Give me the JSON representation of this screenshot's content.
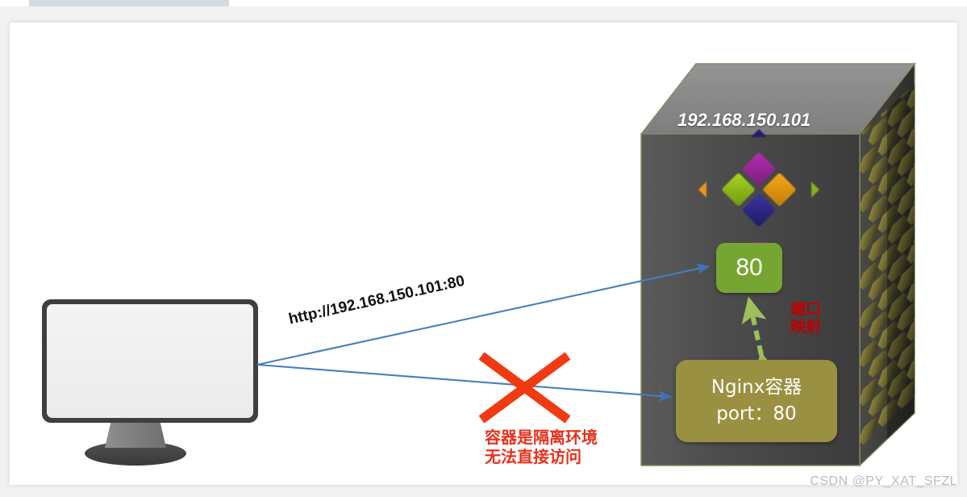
{
  "diagram": {
    "title": "Docker port mapping diagram",
    "watermark": "CSDN @PY_XAT_SFZL",
    "host": {
      "ip_label": "192.168.150.101",
      "logo_name": "docker-host-logo"
    },
    "port_box": {
      "label": "80"
    },
    "container": {
      "name_line": "Nginx容器",
      "port_line": "port：80"
    },
    "labels": {
      "url": "http://192.168.150.101:80",
      "port_mapping_line1": "端口",
      "port_mapping_line2": "映射",
      "blocked_line1": "容器是隔离环境",
      "blocked_line2": "无法直接访问"
    },
    "colors": {
      "arrow_blue": "#4a7ebb",
      "x_red": "#f03a12",
      "warn_red": "#e8301b",
      "map_red": "#c00000",
      "port_green": "#76a531",
      "container_olive": "#9a9041",
      "server_front": "#414141",
      "server_top": "#898989",
      "mesh_olive": "#8a8436"
    }
  }
}
